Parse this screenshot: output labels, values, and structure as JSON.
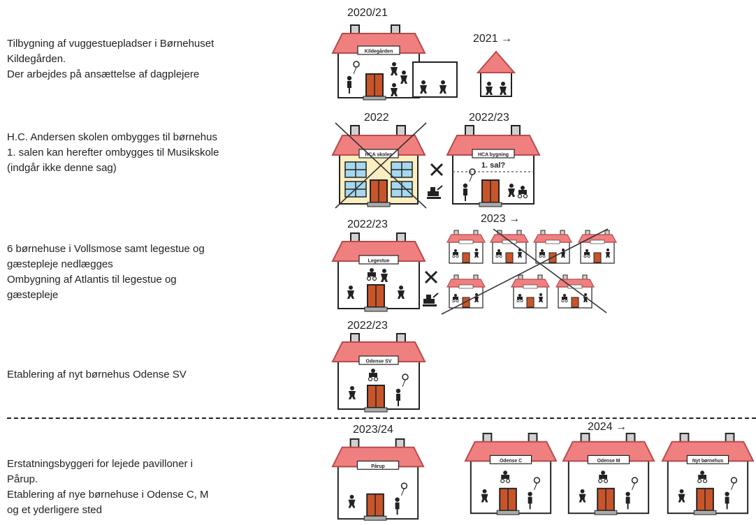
{
  "colors": {
    "roof": "#f08080",
    "roof_stroke": "#b84a4a",
    "door": "#c8552a",
    "chimney": "#d0d0d0",
    "school_wall": "#fbeec0",
    "window": "#a6d8f0",
    "outline": "#222222"
  },
  "rows": [
    {
      "description": [
        "Tilbygning af vuggestuepladser i Børnehuset",
        "Kildegården.",
        "Der arbejdes på ansættelse af dagplejere"
      ],
      "years": [
        "2020/21",
        "2021 →"
      ],
      "houses": [
        {
          "sign": "Kildegården"
        }
      ]
    },
    {
      "description": [
        "H.C. Andersen skolen ombygges til børnehus",
        "1. salen kan herefter ombygges til Musikskole",
        "(indgår ikke denne sag)"
      ],
      "years": [
        "2022",
        "2022/23"
      ],
      "houses": [
        {
          "sign": "HCA skolen"
        },
        {
          "sign": "HCA bygning",
          "floor_label": "1. sal?"
        }
      ]
    },
    {
      "description": [
        "6 børnehuse i Vollsmose samt legestue og",
        "gæstepleje nedlægges",
        "Ombygning af Atlantis til legestue og",
        "gæstepleje"
      ],
      "years": [
        "2022/23",
        "2023 →"
      ],
      "houses": [
        {
          "sign": "Legestue"
        }
      ]
    },
    {
      "description": [
        "Etablering af nyt børnehus Odense SV"
      ],
      "years": [
        "2022/23"
      ],
      "houses": [
        {
          "sign": "Odense SV"
        }
      ]
    },
    {
      "description": [
        "Erstatningsbyggeri for lejede pavilloner i",
        "Pårup.",
        "Etablering af nye børnehuse i Odense C, M",
        "og et yderligere sted"
      ],
      "years": [
        "2023/24",
        "2024 →"
      ],
      "houses": [
        {
          "sign": "Pårup"
        },
        {
          "sign": "Odense C"
        },
        {
          "sign": "Odense M"
        },
        {
          "sign": "Nyt børnehus"
        }
      ]
    }
  ],
  "icons": [
    "house-icon",
    "child-icon",
    "toddler-icon",
    "balloon-child-icon",
    "tools-icon",
    "excavator-icon"
  ]
}
